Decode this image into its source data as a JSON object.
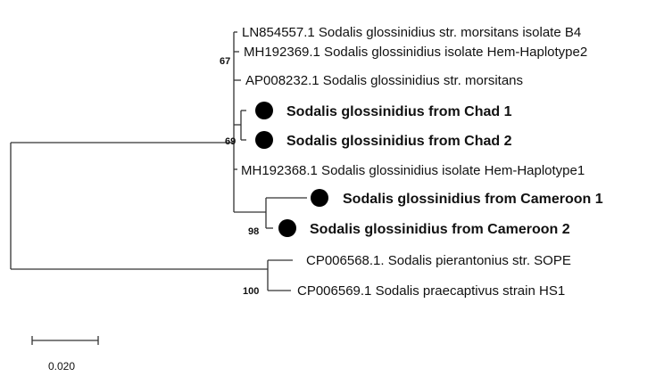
{
  "taxa": {
    "t1": "LN854557.1 Sodalis glossinidius str. morsitans isolate B4",
    "t2": "MH192369.1 Sodalis glossinidius isolate Hem-Haplotype2",
    "t3": "AP008232.1 Sodalis glossinidius str. morsitans",
    "t4": "Sodalis glossinidius from Chad 1",
    "t5": "Sodalis glossinidius from Chad 2",
    "t6": "MH192368.1 Sodalis glossinidius isolate Hem-Haplotype1",
    "t7": "Sodalis glossinidius from Cameroon 1",
    "t8": "Sodalis glossinidius from Cameroon 2",
    "t9": "CP006568.1. Sodalis pierantonius str. SOPE",
    "t10": "CP006569.1 Sodalis praecaptivus strain HS1"
  },
  "bootstrap": {
    "b67": "67",
    "b69": "69",
    "b98": "98",
    "b100": "100"
  },
  "scale_bar": {
    "label": "0.020"
  },
  "colors": {
    "branch": "#333333",
    "marker": "#000000",
    "text": "#111111"
  }
}
